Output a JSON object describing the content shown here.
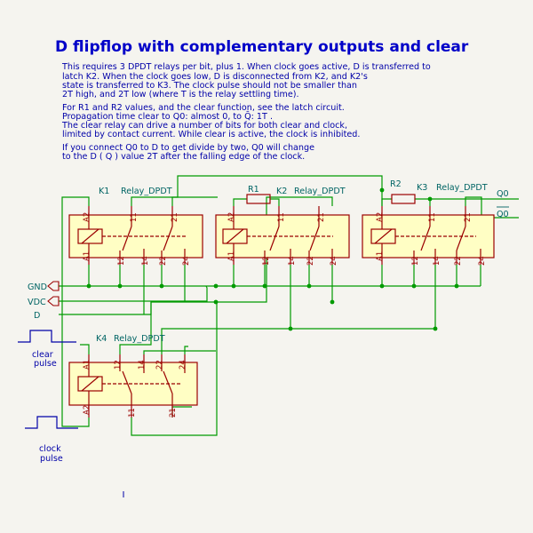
{
  "title": "D flipflop with complementary outputs and clear",
  "notes": [
    "This requires 3 DPDT relays per bit, plus 1. When clock goes active, D is transferred to",
    "latch K2. When the clock goes low, D is disconnected from K2, and K2's",
    "state is transferred to K3. The clock pulse should not be smaller than",
    "2T high, and 2T low (where T is the relay settling time).",
    "For R1 and R2 values, and the clear function, see the latch circuit.",
    "Propagation time clear to Q0: almost 0, to Q̄: 1T .",
    "The clear relay can drive a number of bits for both clear and clock,",
    "limited by contact current. While clear is active, the clock is inhibited.",
    "If you connect Q0 to D to get divide by two, Q0 will change",
    "to the D ( Q ) value 2T after the falling edge of the clock."
  ],
  "relays": {
    "k1": {
      "ref": "K1",
      "value": "Relay_DPDT"
    },
    "k2": {
      "ref": "K2",
      "value": "Relay_DPDT"
    },
    "k3": {
      "ref": "K3",
      "value": "Relay_DPDT"
    },
    "k4": {
      "ref": "K4",
      "value": "Relay_DPDT"
    }
  },
  "pins": {
    "a1": "A1",
    "a2": "A2",
    "p11": "11",
    "p12": "12",
    "p14": "14",
    "p21": "21",
    "p22": "22",
    "p24": "24"
  },
  "resistors": {
    "r1": "R1",
    "r2": "R2"
  },
  "nets": {
    "gnd": "GND",
    "vdc": "VDC",
    "d": "D",
    "q0": "Q0",
    "q0bar": "Q0"
  },
  "annotations": {
    "clear_l1": "clear",
    "clear_l2": "pulse",
    "clock_l1": "clock",
    "clock_l2": "pulse"
  },
  "colors": {
    "wire": "#009a00",
    "symbol": "#9b0000",
    "body_fill": "#fffec4",
    "title": "#0000c8",
    "label": "#006464",
    "background": "#f5f4ef"
  }
}
